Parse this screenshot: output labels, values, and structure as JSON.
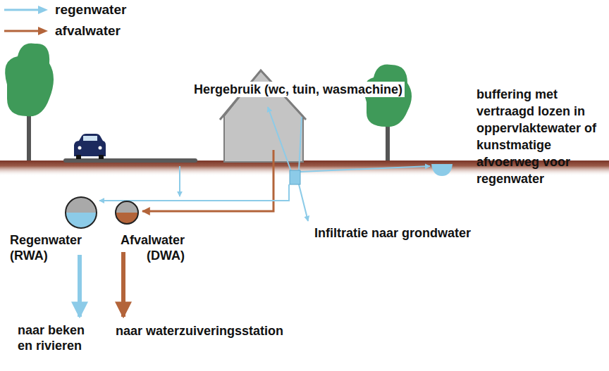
{
  "diagram": {
    "nodes": [
      {
        "text": [
          "Regenwater (RWA)"
        ]
      },
      {
        "text": [
          "Afvalwater (DWA)"
        ]
      }
    ],
    "labels": [
      "Hergebruik (wc, tuin, wasmachine)",
      "buffering met vertraagd lozen in oppervlaktewater of kunstmatige afvoerweg voor regenwater",
      "Infiltratie naar grondwater",
      "naar beken en rivieren",
      "naar waterzuiveringsstation"
    ],
    "legend": [
      {
        "text": "regenwater"
      },
      {
        "text": "afvalwater"
      }
    ]
  }
}
